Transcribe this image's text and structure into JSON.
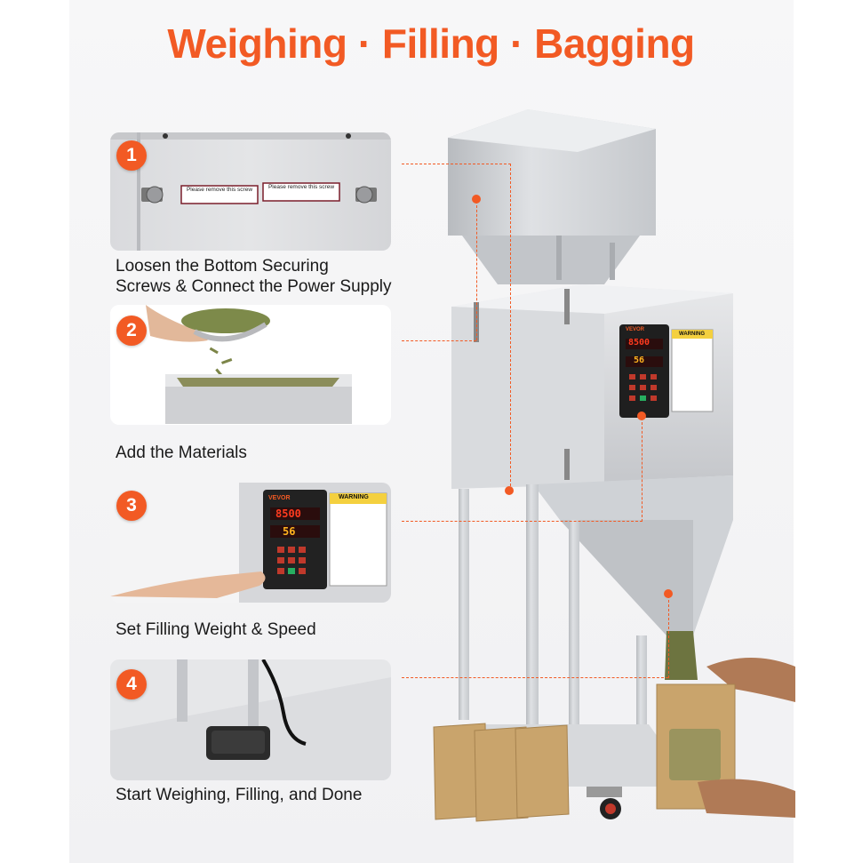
{
  "page": {
    "title": "Weighing · Filling · Bagging"
  },
  "steps": [
    {
      "number": "1",
      "caption_line1": "Loosen the Bottom Securing",
      "caption_line2": "Screws & Connect the Power Supply",
      "sticker_text": "Please remove this screw"
    },
    {
      "number": "2",
      "caption_line1": "Add the Materials"
    },
    {
      "number": "3",
      "caption_line1": "Set Filling  Weight & Speed",
      "brand": "VEVOR",
      "display_weight": "8500",
      "display_speed": "56",
      "warning": "WARNING"
    },
    {
      "number": "4",
      "caption_line1": "Start Weighing, Filling, and Done"
    }
  ],
  "machine": {
    "brand": "VEVOR",
    "display_weight": "8500",
    "display_speed": "56",
    "warning": "WARNING"
  },
  "colors": {
    "accent": "#f25a24",
    "steel": "#c9ccd0",
    "kraft": "#c9a46c"
  }
}
